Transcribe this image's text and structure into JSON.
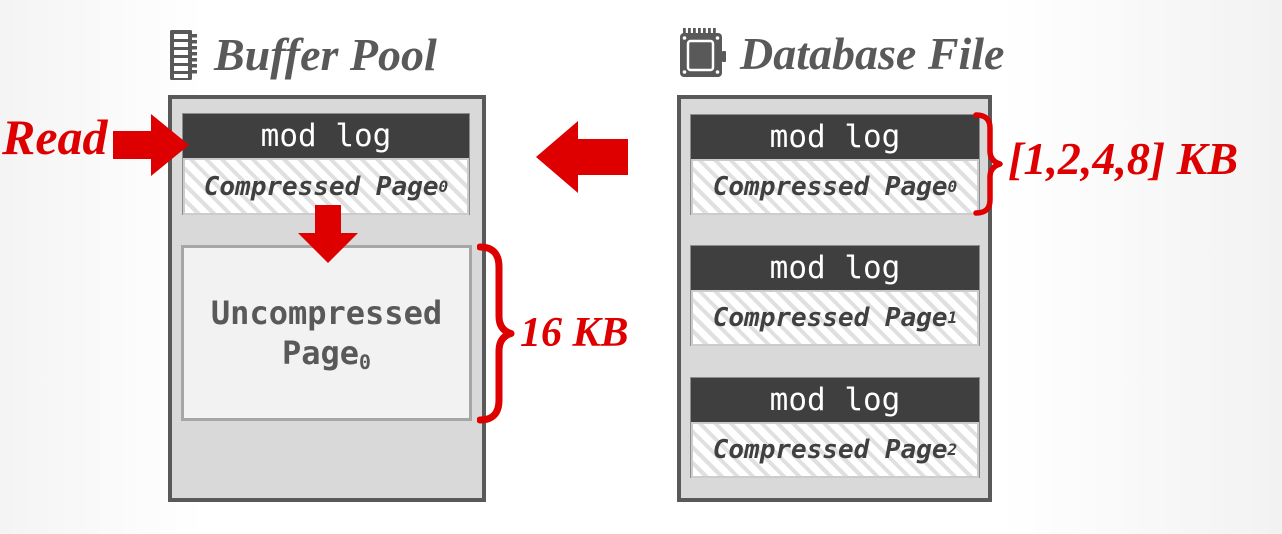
{
  "colors": {
    "accent_red": "#de0000",
    "title_gray": "#595959",
    "container_fill": "#d9d9d9",
    "container_border": "#595959",
    "mod_log_bg": "#3f3f3f",
    "mod_log_text": "#ffffff",
    "uncompressed_fill": "#f2f2f2",
    "hatch_stripe": "#e0e0e0"
  },
  "annotations": {
    "read_label": "Read",
    "uncompressed_size": "16 KB",
    "compressed_sizes": "[1,2,4,8] KB"
  },
  "icons": {
    "buffer_pool": "memory-ram-icon",
    "database_file": "ssd-disk-icon",
    "read": "red-right-arrow",
    "transfer": "red-left-arrow",
    "decompress": "red-down-arrow"
  },
  "buffer_pool": {
    "title": "Buffer Pool",
    "compressed_page": {
      "header": "mod log",
      "label": "Compressed Page",
      "subscript": "0"
    },
    "uncompressed_page": {
      "label_line1": "Uncompressed",
      "label_line2": "Page",
      "subscript": "0"
    }
  },
  "database_file": {
    "title": "Database File",
    "pages": [
      {
        "header": "mod log",
        "label": "Compressed Page",
        "subscript": "0"
      },
      {
        "header": "mod log",
        "label": "Compressed Page",
        "subscript": "1"
      },
      {
        "header": "mod log",
        "label": "Compressed Page",
        "subscript": "2"
      }
    ]
  }
}
